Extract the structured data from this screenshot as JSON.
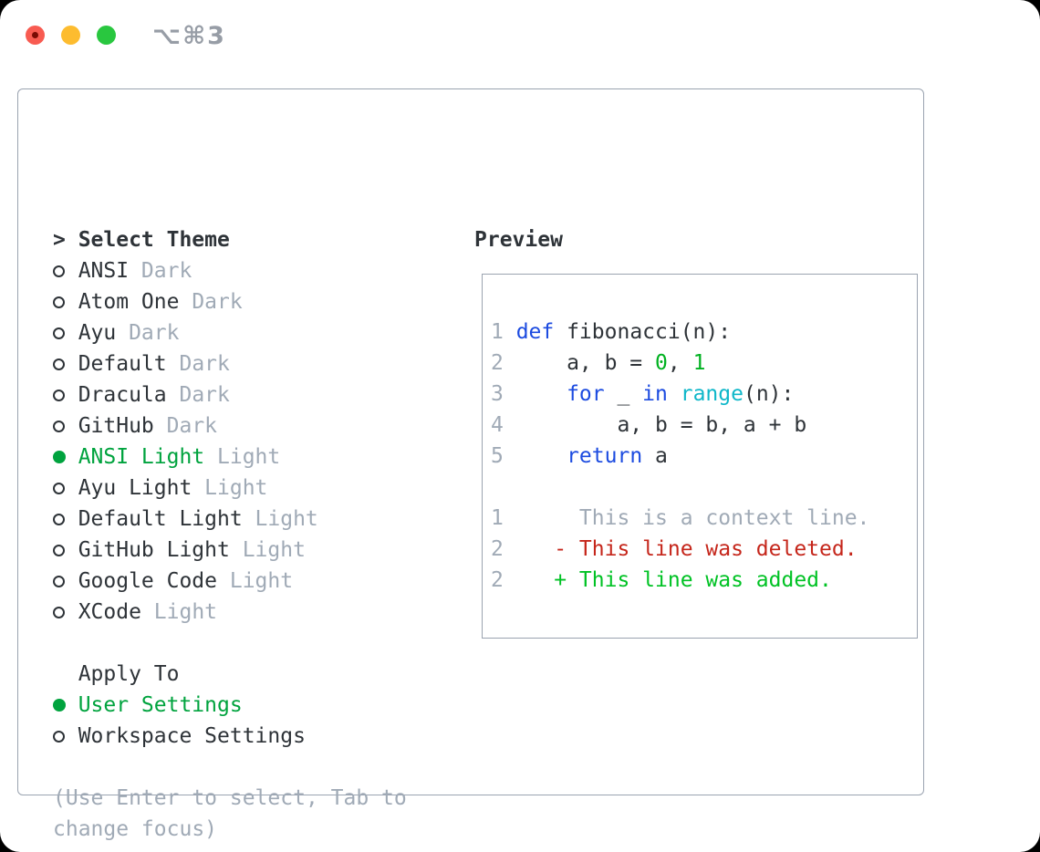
{
  "window": {
    "shortcut": "⌥⌘3"
  },
  "theme_panel": {
    "title_marker": ">",
    "title": "Select Theme",
    "themes": [
      {
        "name": "ANSI",
        "variant": "Dark",
        "selected": false
      },
      {
        "name": "Atom One",
        "variant": "Dark",
        "selected": false
      },
      {
        "name": "Ayu",
        "variant": "Dark",
        "selected": false
      },
      {
        "name": "Default",
        "variant": "Dark",
        "selected": false
      },
      {
        "name": "Dracula",
        "variant": "Dark",
        "selected": false
      },
      {
        "name": "GitHub",
        "variant": "Dark",
        "selected": false
      },
      {
        "name": "ANSI Light",
        "variant": "Light",
        "selected": true
      },
      {
        "name": "Ayu Light",
        "variant": "Light",
        "selected": false
      },
      {
        "name": "Default Light",
        "variant": "Light",
        "selected": false
      },
      {
        "name": "GitHub Light",
        "variant": "Light",
        "selected": false
      },
      {
        "name": "Google Code",
        "variant": "Light",
        "selected": false
      },
      {
        "name": "XCode",
        "variant": "Light",
        "selected": false
      }
    ],
    "apply_to": {
      "title": "Apply To",
      "options": [
        {
          "label": "User Settings",
          "selected": true
        },
        {
          "label": "Workspace Settings",
          "selected": false
        }
      ]
    },
    "help_text": "(Use Enter to select, Tab to change focus)"
  },
  "preview": {
    "title": "Preview",
    "code_lines": [
      {
        "num": "1",
        "tokens": [
          {
            "t": "def",
            "c": "kw"
          },
          {
            "t": " fibonacci(n):",
            "c": "plain"
          }
        ]
      },
      {
        "num": "2",
        "tokens": [
          {
            "t": "    a, b = ",
            "c": "plain"
          },
          {
            "t": "0",
            "c": "num"
          },
          {
            "t": ", ",
            "c": "plain"
          },
          {
            "t": "1",
            "c": "num"
          }
        ]
      },
      {
        "num": "3",
        "tokens": [
          {
            "t": "    ",
            "c": "plain"
          },
          {
            "t": "for",
            "c": "kw"
          },
          {
            "t": " _ ",
            "c": "plain"
          },
          {
            "t": "in",
            "c": "kw"
          },
          {
            "t": " ",
            "c": "plain"
          },
          {
            "t": "range",
            "c": "fn"
          },
          {
            "t": "(n):",
            "c": "plain"
          }
        ]
      },
      {
        "num": "4",
        "tokens": [
          {
            "t": "        a, b = b, a + b",
            "c": "plain"
          }
        ]
      },
      {
        "num": "5",
        "tokens": [
          {
            "t": "    ",
            "c": "plain"
          },
          {
            "t": "return",
            "c": "kw"
          },
          {
            "t": " a",
            "c": "plain"
          }
        ]
      },
      {
        "num": "",
        "tokens": []
      },
      {
        "num": "1",
        "tokens": [
          {
            "t": "     This is a context line.",
            "c": "ctx"
          }
        ]
      },
      {
        "num": "2",
        "tokens": [
          {
            "t": "   - This line was deleted.",
            "c": "del"
          }
        ]
      },
      {
        "num": "2",
        "tokens": [
          {
            "t": "   + This line was added.",
            "c": "add"
          }
        ]
      }
    ]
  },
  "colors": {
    "ui_green": "#00a33e",
    "keyword_blue": "#1c4be0",
    "builtin_cyan": "#0eb7c9",
    "number_green": "#00b120",
    "added_green": "#00c224",
    "deleted_red": "#c5261b",
    "muted_gray": "#a0aab6",
    "text_dark": "#2e3338",
    "border_gray": "#9aa3b0",
    "traffic_red": "#f85b51",
    "traffic_yellow": "#fdbc2f",
    "traffic_green": "#29c73f"
  }
}
